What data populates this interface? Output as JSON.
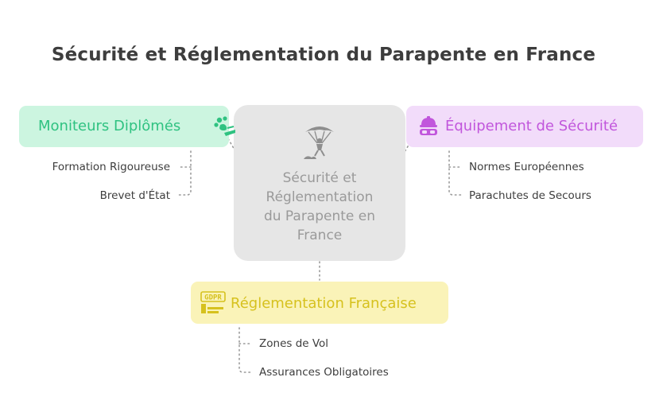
{
  "title": "Sécurité et Réglementation du Parapente en France",
  "center": {
    "label_lines": [
      "Sécurité et",
      "Réglementation",
      "du Parapente en",
      "France"
    ],
    "icon": "paraglider-icon"
  },
  "branches": {
    "moniteurs": {
      "label": "Moniteurs Diplômés",
      "icon": "paw-tools-icon",
      "color": "#2fc281",
      "background": "#ccf5e0",
      "items": [
        "Formation Rigoureuse",
        "Brevet d'État"
      ]
    },
    "equipement": {
      "label": "Équipement de Sécurité",
      "icon": "safety-helmet-icon",
      "color": "#c156dc",
      "background": "#f2dcfa",
      "items": [
        "Normes Européennes",
        "Parachutes de Secours"
      ]
    },
    "reglementation": {
      "label": "Réglementation Française",
      "icon": "gdpr-icon",
      "icon_text": "GDPR",
      "color": "#d6c11e",
      "background": "#faf3b8",
      "items": [
        "Zones de Vol",
        "Assurances Obligatoires"
      ]
    }
  }
}
